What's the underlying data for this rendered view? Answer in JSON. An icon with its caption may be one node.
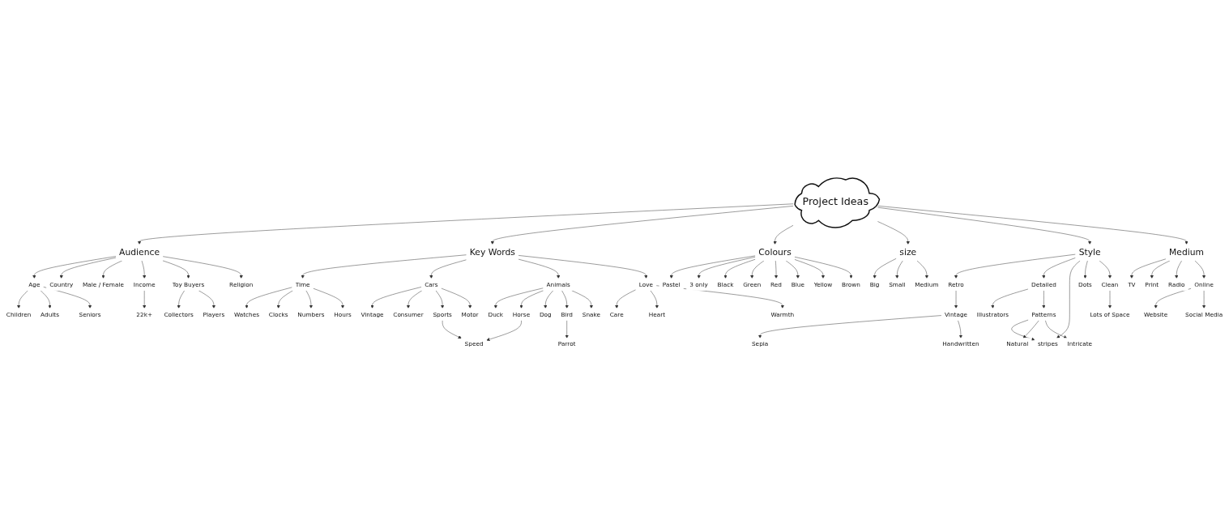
{
  "diagram": {
    "nodes": [
      {
        "text": [
          "Project Ideas"
        ]
      },
      {
        "text": [
          "Audience"
        ]
      },
      {
        "text": [
          "Age"
        ]
      },
      {
        "text": [
          "Children"
        ]
      },
      {
        "text": [
          "Adults"
        ]
      },
      {
        "text": [
          "Seniors"
        ]
      },
      {
        "text": [
          "Country"
        ]
      },
      {
        "text": [
          "Male / Female"
        ]
      },
      {
        "text": [
          "Income"
        ]
      },
      {
        "text": [
          "22k+"
        ]
      },
      {
        "text": [
          "Toy Buyers"
        ]
      },
      {
        "text": [
          "Collectors"
        ]
      },
      {
        "text": [
          "Players"
        ]
      },
      {
        "text": [
          "Religion"
        ]
      },
      {
        "text": [
          "Key Words"
        ]
      },
      {
        "text": [
          "Time"
        ]
      },
      {
        "text": [
          "Watches"
        ]
      },
      {
        "text": [
          "Clocks"
        ]
      },
      {
        "text": [
          "Numbers"
        ]
      },
      {
        "text": [
          "Hours"
        ]
      },
      {
        "text": [
          "Cars"
        ]
      },
      {
        "text": [
          "Vintage"
        ]
      },
      {
        "text": [
          "Consumer"
        ]
      },
      {
        "text": [
          "Sports"
        ]
      },
      {
        "text": [
          "Speed"
        ]
      },
      {
        "text": [
          "Motor"
        ]
      },
      {
        "text": [
          "Animals"
        ]
      },
      {
        "text": [
          "Duck"
        ]
      },
      {
        "text": [
          "Horse"
        ]
      },
      {
        "text": [
          "Dog"
        ]
      },
      {
        "text": [
          "Bird"
        ]
      },
      {
        "text": [
          "Parrot"
        ]
      },
      {
        "text": [
          "Snake"
        ]
      },
      {
        "text": [
          "Love"
        ]
      },
      {
        "text": [
          "Care"
        ]
      },
      {
        "text": [
          "Heart"
        ]
      },
      {
        "text": [
          "Warmth"
        ]
      },
      {
        "text": [
          "Colours"
        ]
      },
      {
        "text": [
          "Pastel"
        ]
      },
      {
        "text": [
          "3 only"
        ]
      },
      {
        "text": [
          "Black"
        ]
      },
      {
        "text": [
          "Green"
        ]
      },
      {
        "text": [
          "Red"
        ]
      },
      {
        "text": [
          "Blue"
        ]
      },
      {
        "text": [
          "Yellow"
        ]
      },
      {
        "text": [
          "Brown"
        ]
      },
      {
        "text": [
          "size"
        ]
      },
      {
        "text": [
          "Big"
        ]
      },
      {
        "text": [
          "Small"
        ]
      },
      {
        "text": [
          "Medium"
        ]
      },
      {
        "text": [
          "Style"
        ]
      },
      {
        "text": [
          "Retro"
        ]
      },
      {
        "text": [
          "Vintage"
        ]
      },
      {
        "text": [
          "Sepia"
        ]
      },
      {
        "text": [
          "Handwritten"
        ]
      },
      {
        "text": [
          "Detailed"
        ]
      },
      {
        "text": [
          "Illustrators"
        ]
      },
      {
        "text": [
          "Patterns"
        ]
      },
      {
        "text": [
          "stripes"
        ]
      },
      {
        "text": [
          "Natural"
        ]
      },
      {
        "text": [
          "Intricate"
        ]
      },
      {
        "text": [
          "Dots"
        ]
      },
      {
        "text": [
          "Clean"
        ]
      },
      {
        "text": [
          "Lots of Space"
        ]
      },
      {
        "text": [
          "Medium"
        ]
      },
      {
        "text": [
          "TV"
        ]
      },
      {
        "text": [
          "Print"
        ]
      },
      {
        "text": [
          "Radio"
        ]
      },
      {
        "text": [
          "Online"
        ]
      },
      {
        "text": [
          "Website"
        ]
      },
      {
        "text": [
          "Social Media"
        ]
      }
    ],
    "edges": [
      {
        "from": 0,
        "to": 1,
        "arrow": "to"
      },
      {
        "from": 0,
        "to": 14,
        "arrow": "to"
      },
      {
        "from": 0,
        "to": 37,
        "arrow": "to"
      },
      {
        "from": 0,
        "to": 46,
        "arrow": "to"
      },
      {
        "from": 0,
        "to": 50,
        "arrow": "to"
      },
      {
        "from": 0,
        "to": 64,
        "arrow": "to"
      },
      {
        "from": 1,
        "to": 2,
        "arrow": "to"
      },
      {
        "from": 1,
        "to": 6,
        "arrow": "to"
      },
      {
        "from": 1,
        "to": 7,
        "arrow": "to"
      },
      {
        "from": 1,
        "to": 8,
        "arrow": "to"
      },
      {
        "from": 1,
        "to": 10,
        "arrow": "to"
      },
      {
        "from": 1,
        "to": 13,
        "arrow": "to"
      },
      {
        "from": 2,
        "to": 3,
        "arrow": "to"
      },
      {
        "from": 2,
        "to": 4,
        "arrow": "to"
      },
      {
        "from": 2,
        "to": 5,
        "arrow": "to"
      },
      {
        "from": 8,
        "to": 9,
        "arrow": "to"
      },
      {
        "from": 10,
        "to": 11,
        "arrow": "to"
      },
      {
        "from": 10,
        "to": 12,
        "arrow": "to"
      },
      {
        "from": 14,
        "to": 15,
        "arrow": "to"
      },
      {
        "from": 14,
        "to": 20,
        "arrow": "to"
      },
      {
        "from": 14,
        "to": 26,
        "arrow": "to"
      },
      {
        "from": 14,
        "to": 33,
        "arrow": "to"
      },
      {
        "from": 15,
        "to": 16,
        "arrow": "to"
      },
      {
        "from": 15,
        "to": 17,
        "arrow": "to"
      },
      {
        "from": 15,
        "to": 18,
        "arrow": "to"
      },
      {
        "from": 15,
        "to": 19,
        "arrow": "to"
      },
      {
        "from": 20,
        "to": 21,
        "arrow": "to"
      },
      {
        "from": 20,
        "to": 22,
        "arrow": "to"
      },
      {
        "from": 20,
        "to": 23,
        "arrow": "to"
      },
      {
        "from": 20,
        "to": 25,
        "arrow": "to"
      },
      {
        "from": 23,
        "to": 24,
        "arrow": "to"
      },
      {
        "from": 26,
        "to": 27,
        "arrow": "to"
      },
      {
        "from": 26,
        "to": 28,
        "arrow": "to"
      },
      {
        "from": 26,
        "to": 29,
        "arrow": "to"
      },
      {
        "from": 26,
        "to": 30,
        "arrow": "to"
      },
      {
        "from": 26,
        "to": 32,
        "arrow": "to"
      },
      {
        "from": 28,
        "to": 24,
        "arrow": "to"
      },
      {
        "from": 30,
        "to": 31,
        "arrow": "to"
      },
      {
        "from": 33,
        "to": 34,
        "arrow": "to"
      },
      {
        "from": 33,
        "to": 35,
        "arrow": "to"
      },
      {
        "from": 33,
        "to": 36,
        "arrow": "to"
      },
      {
        "from": 37,
        "to": 38,
        "arrow": "to"
      },
      {
        "from": 37,
        "to": 39,
        "arrow": "to"
      },
      {
        "from": 37,
        "to": 40,
        "arrow": "to"
      },
      {
        "from": 37,
        "to": 41,
        "arrow": "to"
      },
      {
        "from": 37,
        "to": 42,
        "arrow": "to"
      },
      {
        "from": 37,
        "to": 43,
        "arrow": "to"
      },
      {
        "from": 37,
        "to": 44,
        "arrow": "to"
      },
      {
        "from": 37,
        "to": 45,
        "arrow": "to"
      },
      {
        "from": 46,
        "to": 47,
        "arrow": "to"
      },
      {
        "from": 46,
        "to": 48,
        "arrow": "to"
      },
      {
        "from": 46,
        "to": 49,
        "arrow": "to"
      },
      {
        "from": 50,
        "to": 51,
        "arrow": "to"
      },
      {
        "from": 50,
        "to": 55,
        "arrow": "to"
      },
      {
        "from": 50,
        "to": 58,
        "arrow": "to"
      },
      {
        "from": 50,
        "to": 61,
        "arrow": "to"
      },
      {
        "from": 50,
        "to": 62,
        "arrow": "to"
      },
      {
        "from": 51,
        "to": 52,
        "arrow": "to"
      },
      {
        "from": 52,
        "to": 53,
        "arrow": "to"
      },
      {
        "from": 52,
        "to": 54,
        "arrow": "to"
      },
      {
        "from": 55,
        "to": 56,
        "arrow": "to"
      },
      {
        "from": 55,
        "to": 57,
        "arrow": "to"
      },
      {
        "from": 57,
        "to": 58,
        "arrow": "to"
      },
      {
        "from": 57,
        "to": 59,
        "arrow": "to"
      },
      {
        "from": 57,
        "to": 60,
        "arrow": "to"
      },
      {
        "from": 62,
        "to": 63,
        "arrow": "to"
      },
      {
        "from": 64,
        "to": 65,
        "arrow": "to"
      },
      {
        "from": 64,
        "to": 66,
        "arrow": "to"
      },
      {
        "from": 64,
        "to": 67,
        "arrow": "to"
      },
      {
        "from": 64,
        "to": 68,
        "arrow": "to"
      },
      {
        "from": 68,
        "to": 69,
        "arrow": "to"
      },
      {
        "from": 68,
        "to": 70,
        "arrow": "to"
      }
    ]
  }
}
